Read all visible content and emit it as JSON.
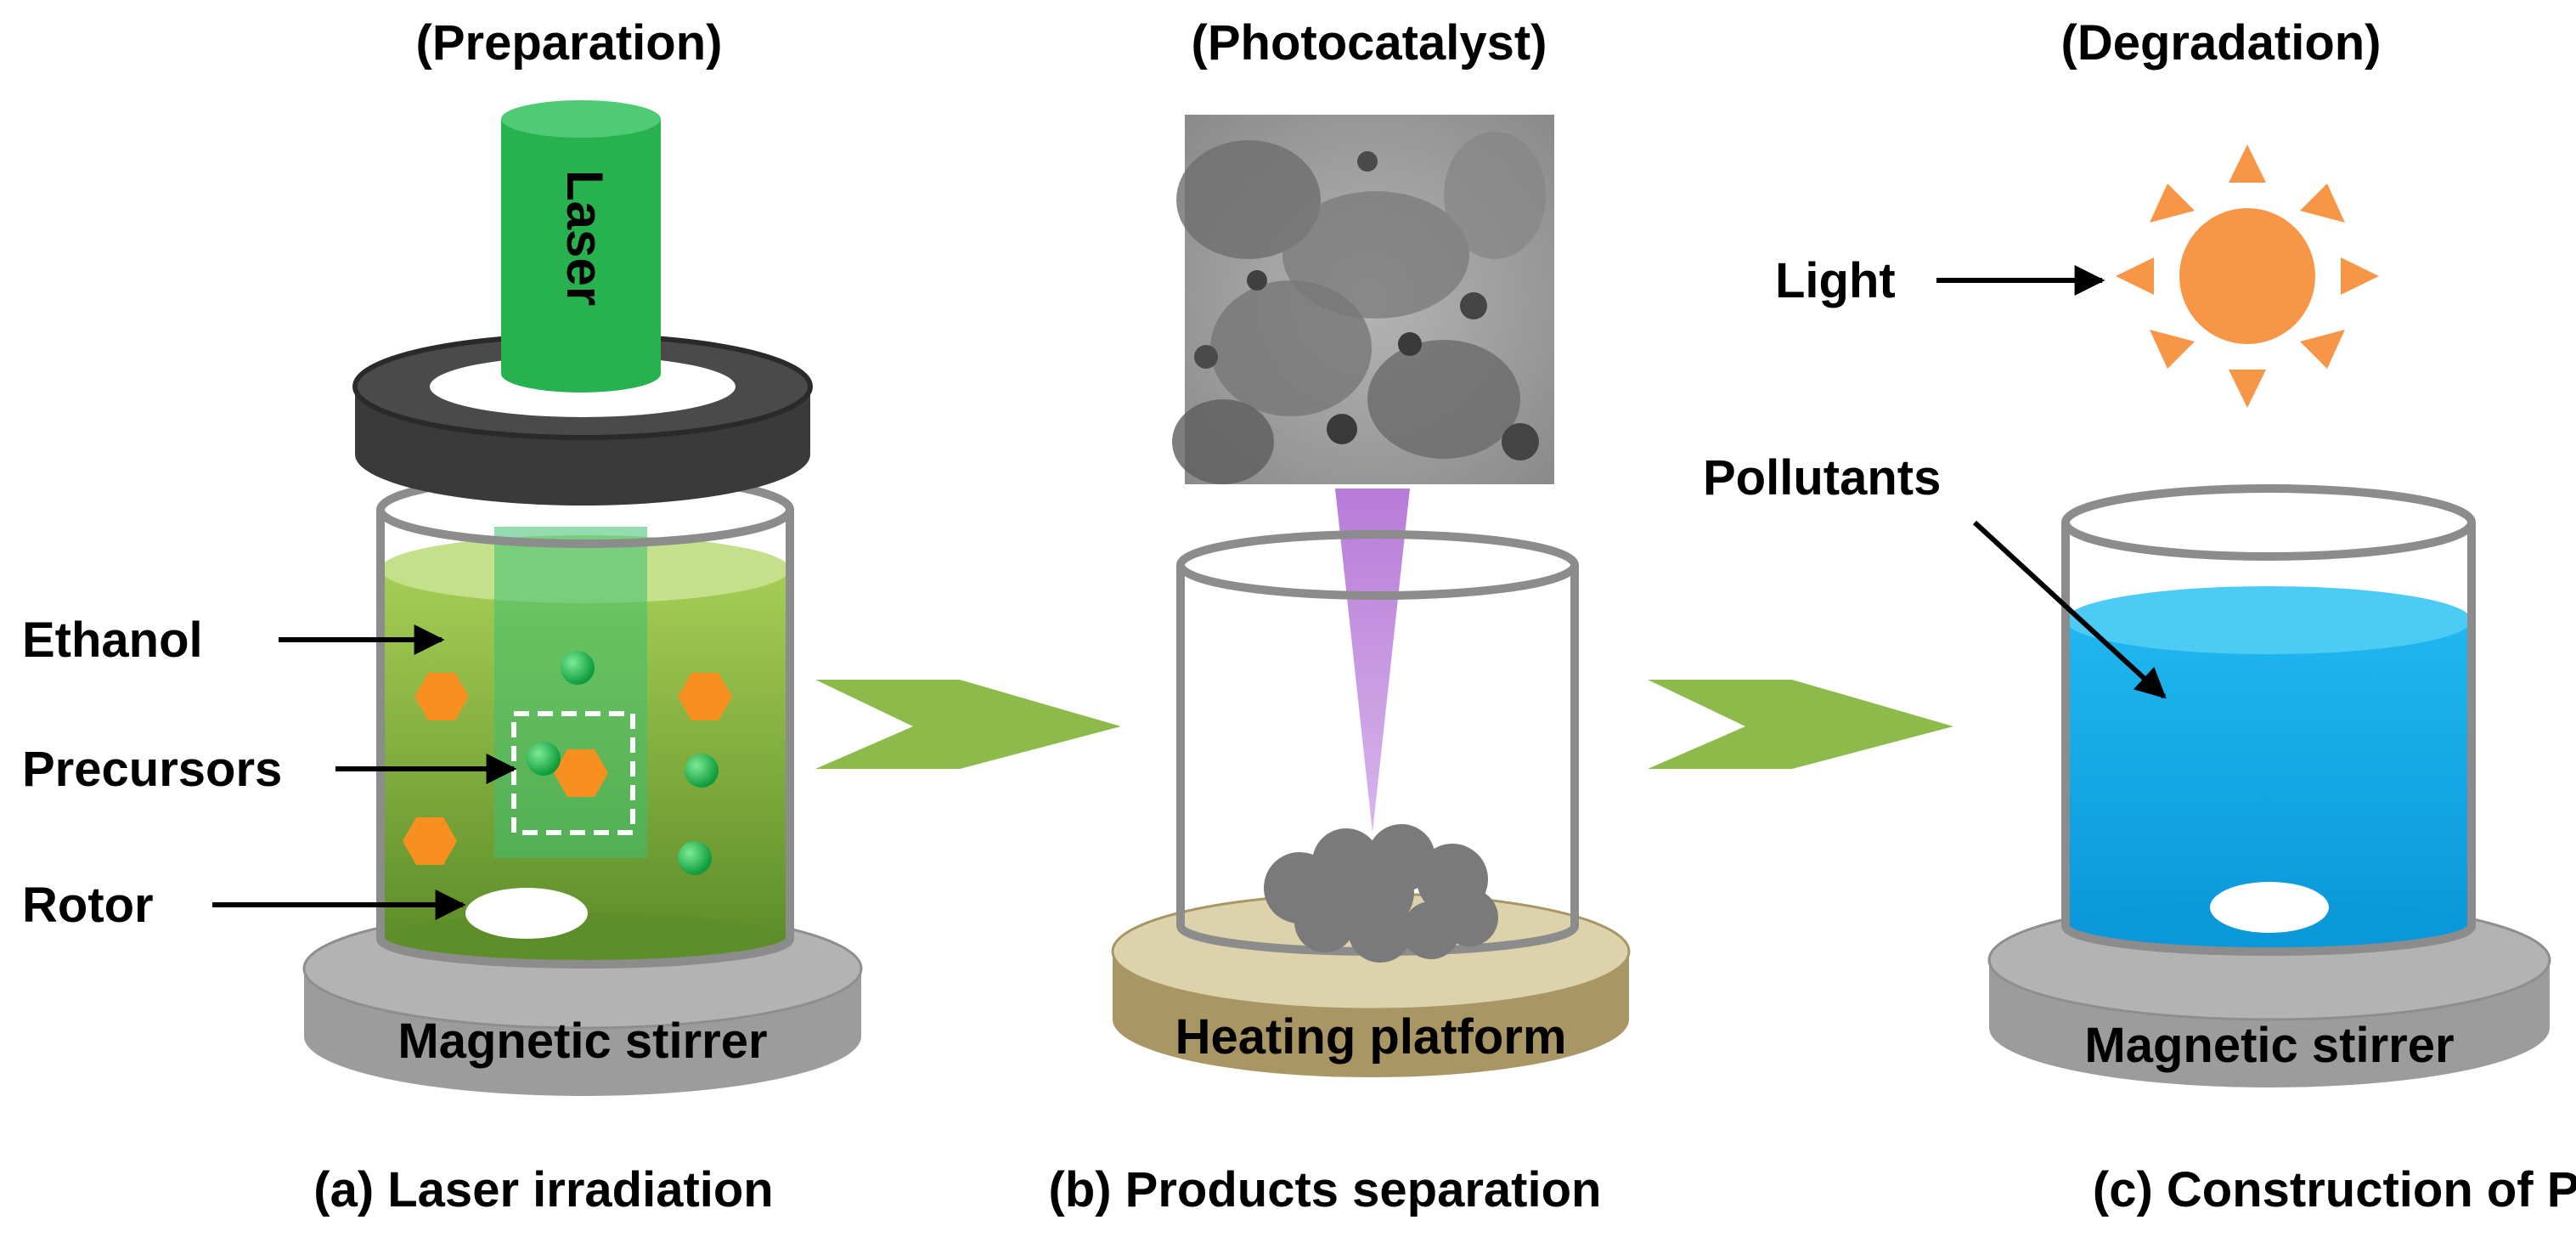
{
  "panels": {
    "a": {
      "heading": "(Preparation)",
      "caption": "(a) Laser irradiation",
      "laser_label": "Laser",
      "labels": {
        "ethanol": "Ethanol",
        "precursors": "Precursors",
        "rotor": "Rotor"
      },
      "platform": "Magnetic stirrer"
    },
    "b": {
      "heading": "(Photocatalyst)",
      "caption": "(b) Products separation",
      "platform": "Heating platform"
    },
    "c": {
      "heading": "(Degradation)",
      "caption": "(c) Construction of PS",
      "labels": {
        "light": "Light",
        "pollutants": "Pollutants"
      },
      "platform": "Magnetic stirrer"
    }
  },
  "colors": {
    "liquid_green": "#8CB63C",
    "laser_green": "#27B14F",
    "arrow_green": "#8DBB4B",
    "sun_orange": "#F79646",
    "water_blue": "#1AAEEA",
    "stirrer_gray": "#9A9A9A",
    "heating_tan": "#B3A470",
    "beam_purple": "#B77BD8",
    "particle_orange": "#F7901E",
    "particle_green": "#22B24C"
  }
}
